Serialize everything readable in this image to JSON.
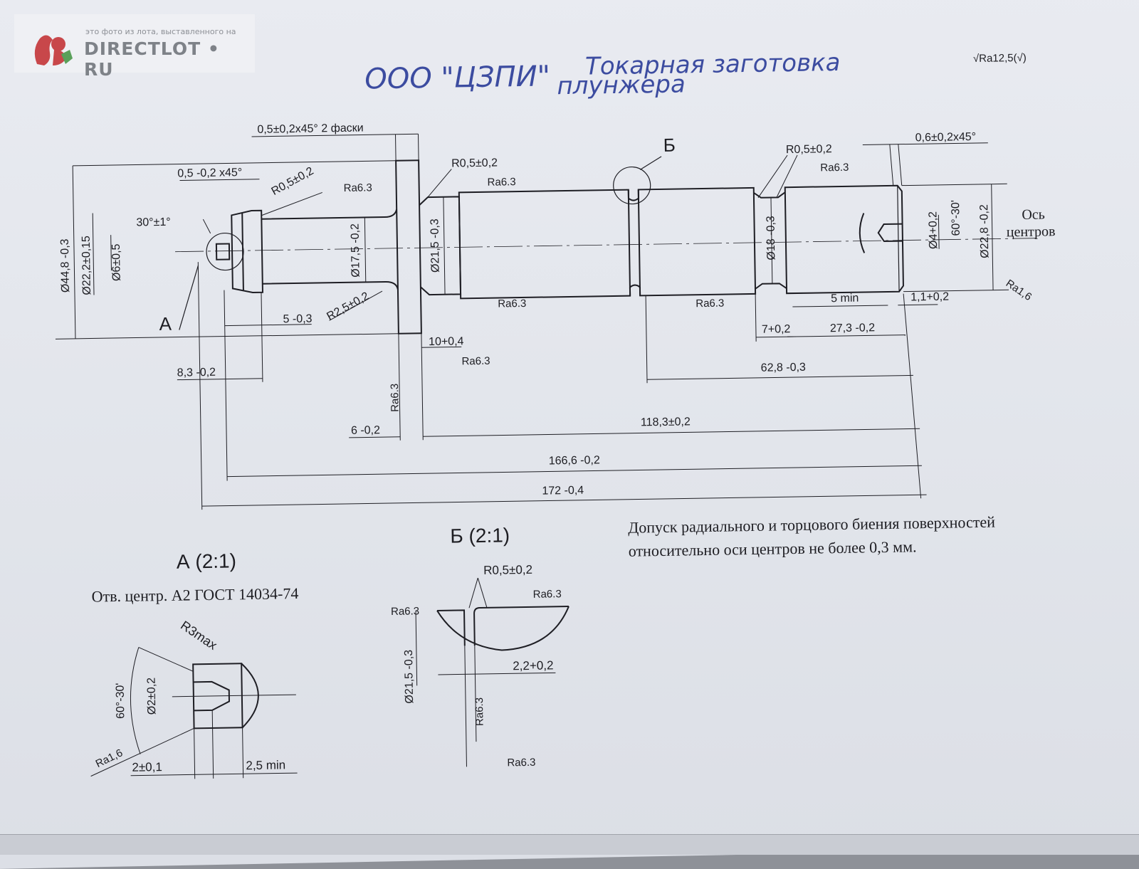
{
  "watermark": {
    "caption": "это фото из лота, выставленного на",
    "brand": "DIRECTLOT • RU",
    "logo_colors": [
      "#c8474a",
      "#5aa05a"
    ]
  },
  "handwriting": {
    "company": "ООО \"ЦЗПИ\"",
    "title_line1": "Токарная заготовка",
    "title_line2": "плунжера"
  },
  "roughness_general": "√Ra12,5(√)",
  "callouts": {
    "chamfers_top": "0,5±0,2x45° 2 фаски",
    "chamfer_left": "0,5 -0,2 x45°",
    "r_left": "R0,5±0,2",
    "r_mid": "R0,5±0,2",
    "r_right": "R0,5±0,2",
    "r_fillet": "R2,5±0,2",
    "chamfer_right": "0,6±0,2x45°",
    "angle_30": "30°±1°",
    "angle_60": "60°-30'",
    "label_a": "А",
    "label_b": "Б",
    "axis_label_1": "Ось",
    "axis_label_2": "центров"
  },
  "roughness": {
    "ra63": "Ra6.3",
    "ra16": "Ra1,6"
  },
  "diameters": {
    "d44": "Ø44,8 -0,3",
    "d22": "Ø22,2±0,15",
    "d6": "Ø6±0,5",
    "d17": "Ø17,5 -0,2",
    "d21": "Ø21,5 -0,3",
    "d18": "Ø18 -0,3",
    "d4": "Ø4+0,2",
    "d228": "Ø22,8 -0,2"
  },
  "lengths": {
    "l5": "5 -0,3",
    "l83": "8,3 -0,2",
    "l10": "10+0,4",
    "l6": "6 -0,2",
    "l1183": "118,3±0,2",
    "l1666": "166,6 -0,2",
    "l172": "172 -0,4",
    "l628": "62,8 -0,3",
    "l7": "7+0,2",
    "l273": "27,3 -0,2",
    "l5min": "5 min",
    "l11": "1,1+0,2"
  },
  "detail_a": {
    "title": "А (2:1)",
    "note": "Отв. центр. А2 ГОСТ 14034-74",
    "r3": "R3max",
    "angle": "60°-30'",
    "d2": "Ø2±0,2",
    "len2": "2±0,1",
    "len25": "2,5 min",
    "ra": "Ra1,6"
  },
  "detail_b": {
    "title": "Б (2:1)",
    "r": "R0,5±0,2",
    "ra": "Ra6.3",
    "d21": "Ø21,5 -0,3",
    "len22": "2,2+0,2"
  },
  "note": {
    "line1": "Допуск радиального и торцового биения поверхностей",
    "line2": "относительно оси центров не более 0,3 мм."
  }
}
